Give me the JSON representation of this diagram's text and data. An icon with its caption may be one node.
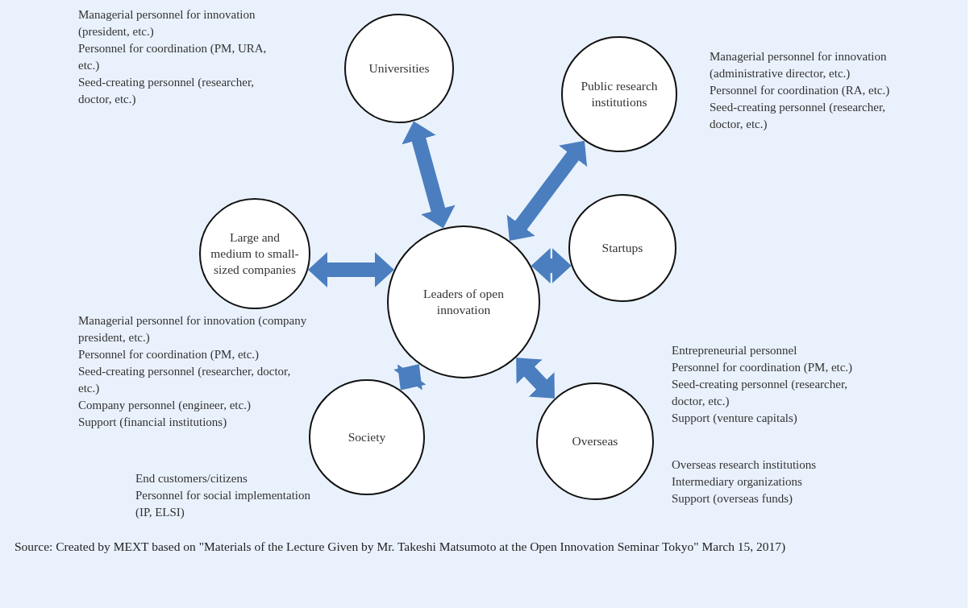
{
  "diagram": {
    "caption": "Source: Created by MEXT based on \"Materials of the Lecture Given by Mr. Takeshi Matsumoto at the Open Innovation Seminar Tokyo\" March 15, 2017)",
    "nodes": [
      {
        "text": [
          "Leaders of open innovation"
        ]
      },
      {
        "text": [
          "Universities"
        ],
        "beside": [
          "Managerial personnel for innovation (president, etc.)",
          "Personnel for coordination (PM, URA, etc.)",
          "Seed-creating personnel (researcher, doctor, etc.)"
        ]
      },
      {
        "text": [
          "Public research institutions"
        ],
        "beside": [
          "Managerial personnel for innovation (administrative director, etc.)",
          "Personnel for coordination (RA, etc.)",
          "Seed-creating personnel (researcher, doctor, etc.)"
        ]
      },
      {
        "text": [
          "Large and medium to small-sized companies"
        ],
        "beside": [
          "Managerial personnel for innovation (company president, etc.)",
          "Personnel for coordination (PM, etc.)",
          "Seed-creating personnel (researcher, doctor, etc.)",
          "Company personnel (engineer, etc.)",
          "Support (financial institutions)"
        ]
      },
      {
        "text": [
          "Startups"
        ],
        "beside": [
          "Entrepreneurial personnel",
          "Personnel for coordination (PM, etc.)",
          "Seed-creating personnel (researcher, doctor, etc.)",
          "Support (venture capitals)"
        ]
      },
      {
        "text": [
          "Society"
        ],
        "beside": [
          "End customers/citizens",
          "Personnel for social implementation (IP, ELSI)"
        ]
      },
      {
        "text": [
          "Overseas"
        ],
        "beside": [
          "Overseas research institutions",
          "Intermediary organizations",
          "Support (overseas funds)"
        ]
      }
    ],
    "edges": [
      {
        "from": 0,
        "to": 1,
        "arrow": "both"
      },
      {
        "from": 0,
        "to": 2,
        "arrow": "both"
      },
      {
        "from": 0,
        "to": 3,
        "arrow": "both"
      },
      {
        "from": 0,
        "to": 4,
        "arrow": "both"
      },
      {
        "from": 0,
        "to": 5,
        "arrow": "both"
      },
      {
        "from": 0,
        "to": 6,
        "arrow": "both"
      }
    ]
  }
}
